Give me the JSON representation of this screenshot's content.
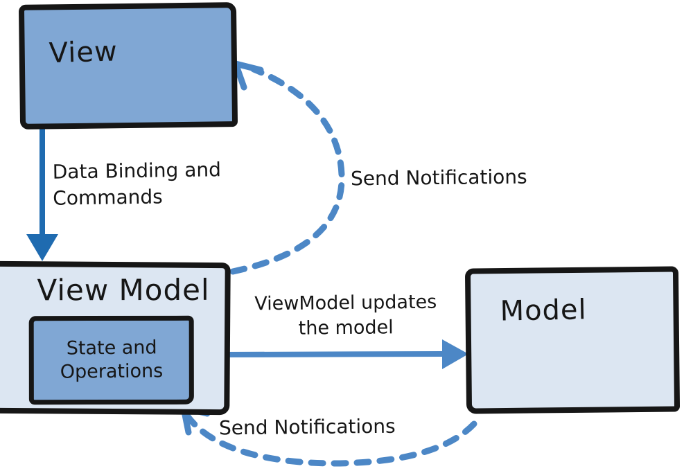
{
  "diagram": {
    "name": "MVVM pattern sketch diagram",
    "nodes": {
      "view": {
        "label": "View"
      },
      "view_model": {
        "label": "View Model",
        "inner": {
          "line1": "State and",
          "line2": "Operations"
        }
      },
      "model": {
        "label": "Model"
      }
    },
    "edges": {
      "data_binding": {
        "line1": "Data Binding and",
        "line2": "Commands",
        "style": "solid",
        "from": "view",
        "to": "view_model"
      },
      "send_notifications_top": {
        "label": "Send Notifications",
        "style": "dashed",
        "from": "view_model",
        "to": "view"
      },
      "viewmodel_updates": {
        "line1": "ViewModel updates",
        "line2": "the model",
        "style": "solid",
        "from": "view_model",
        "to": "model"
      },
      "send_notifications_bottom": {
        "label": "Send Notifications",
        "style": "dashed",
        "from": "model",
        "to": "view_model"
      }
    },
    "colors": {
      "node_fill_medium": "#80a7d4",
      "node_fill_light": "#dce6f2",
      "border": "#161616",
      "arrow_solid": "#1f6bb0",
      "arrow_dashed": "#4c87c6",
      "background": "#ffffff"
    }
  }
}
